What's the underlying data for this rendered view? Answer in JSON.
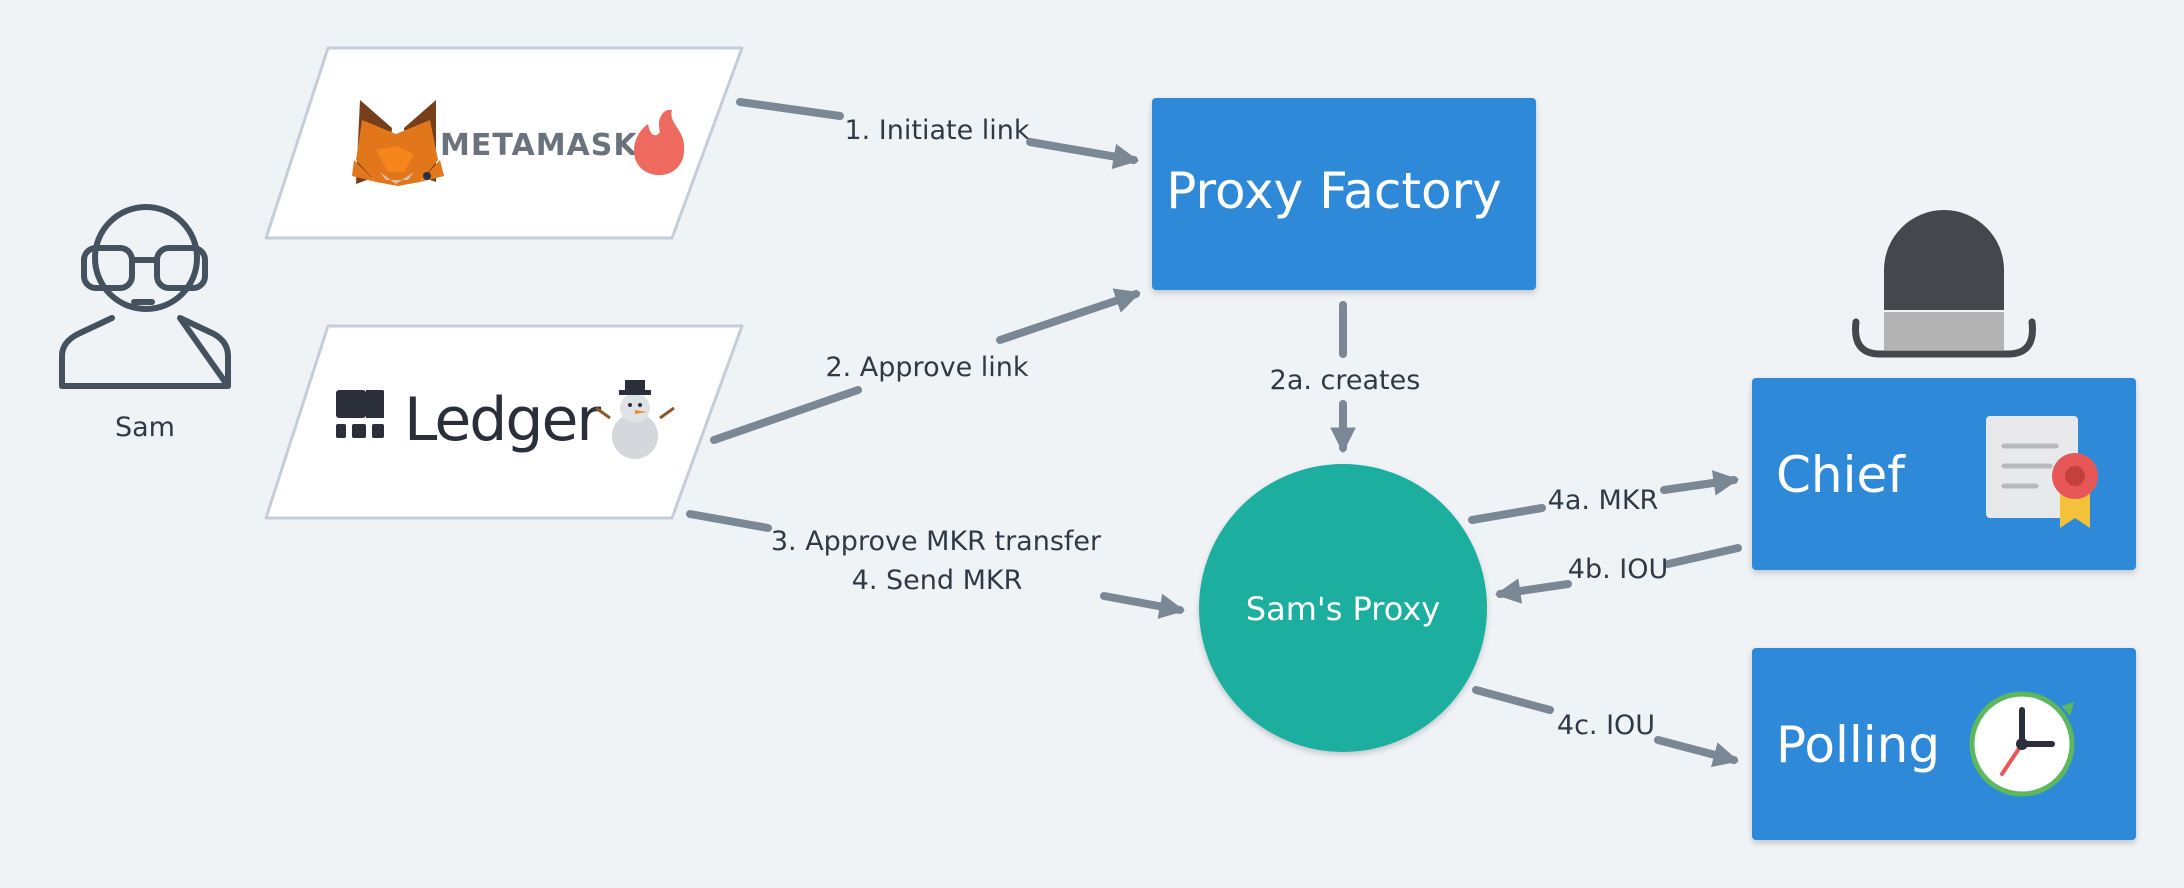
{
  "actor": {
    "name": "Sam"
  },
  "wallets": {
    "metamask": {
      "label": "METAMASK"
    },
    "ledger": {
      "label": "Ledger"
    }
  },
  "nodes": {
    "proxy_factory": "Proxy Factory",
    "sams_proxy": "Sam's Proxy",
    "chief": "Chief",
    "polling": "Polling"
  },
  "edges": {
    "initiate_link": "1. Initiate link",
    "approve_link": "2. Approve link",
    "creates": "2a. creates",
    "approve_transfer": "3. Approve MKR transfer",
    "send_mkr": "4. Send MKR",
    "to_chief": "4a. MKR",
    "from_chief": "4b. IOU",
    "to_polling": "4c. IOU"
  },
  "colors": {
    "background": "#eff3f6",
    "box_blue": "#2e89d9",
    "proxy_teal": "#1aae9f",
    "arrow": "#7a8794",
    "text": "#2f3a47"
  },
  "icons": [
    "person-glasses-icon",
    "fox-icon",
    "flame-icon",
    "ledger-logo-icon",
    "snowman-icon",
    "bowler-hat-icon",
    "certificate-icon",
    "clock-icon"
  ]
}
